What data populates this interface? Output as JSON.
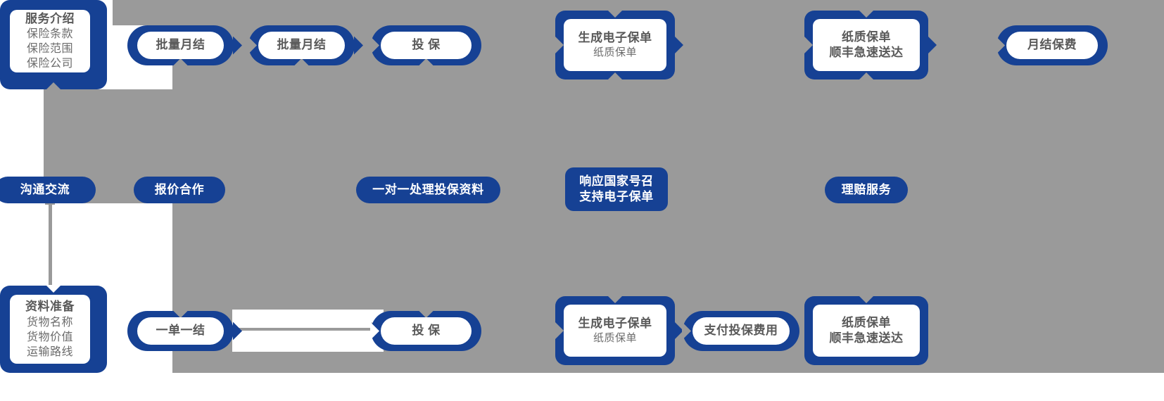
{
  "palette": {
    "brand_blue": "#164194",
    "backdrop_gray": "#9a9a9a",
    "card_white": "#ffffff",
    "text_gray": "#5a5a5a",
    "text_white": "#ffffff"
  },
  "top_row": [
    {
      "id": "service-intro",
      "title": "服务介绍",
      "lines": [
        "保险条款",
        "保险范围",
        "保险公司"
      ]
    },
    {
      "id": "batch-monthly-settlement-1",
      "title": "批量月结",
      "lines": []
    },
    {
      "id": "batch-monthly-settlement-2",
      "title": "批量月结",
      "lines": []
    },
    {
      "id": "apply-insurance-top",
      "title": "投 保",
      "lines": []
    },
    {
      "id": "generate-epolicy-top",
      "title": "生成电子保单",
      "lines": [
        "纸质保单"
      ]
    },
    {
      "id": "paper-policy-sf-top",
      "title": "纸质保单",
      "lines": [
        "顺丰急速送达"
      ]
    },
    {
      "id": "monthly-premium",
      "title": "月结保费",
      "lines": []
    }
  ],
  "middle_row": [
    {
      "id": "communication",
      "lines": [
        "沟通交流"
      ]
    },
    {
      "id": "quotation-cooperation",
      "lines": [
        "报价合作"
      ]
    },
    {
      "id": "one-to-one-material",
      "lines": [
        "一对一处理投保资料"
      ]
    },
    {
      "id": "national-call-epolicy",
      "lines": [
        "响应国家号召",
        "支持电子保单"
      ]
    },
    {
      "id": "claims-service",
      "lines": [
        "理赔服务"
      ]
    }
  ],
  "bottom_row": [
    {
      "id": "material-preparation",
      "title": "资料准备",
      "lines": [
        "货物名称",
        "货物价值",
        "运输路线"
      ]
    },
    {
      "id": "single-order-settlement",
      "title": "一单一结",
      "lines": []
    },
    {
      "id": "apply-insurance-bottom",
      "title": "投 保",
      "lines": []
    },
    {
      "id": "generate-epolicy-bottom",
      "title": "生成电子保单",
      "lines": [
        "纸质保单"
      ]
    },
    {
      "id": "pay-premium",
      "title": "支付投保费用",
      "lines": []
    },
    {
      "id": "paper-policy-sf-bottom",
      "title": "纸质保单",
      "lines": [
        "顺丰急速送达"
      ]
    }
  ]
}
